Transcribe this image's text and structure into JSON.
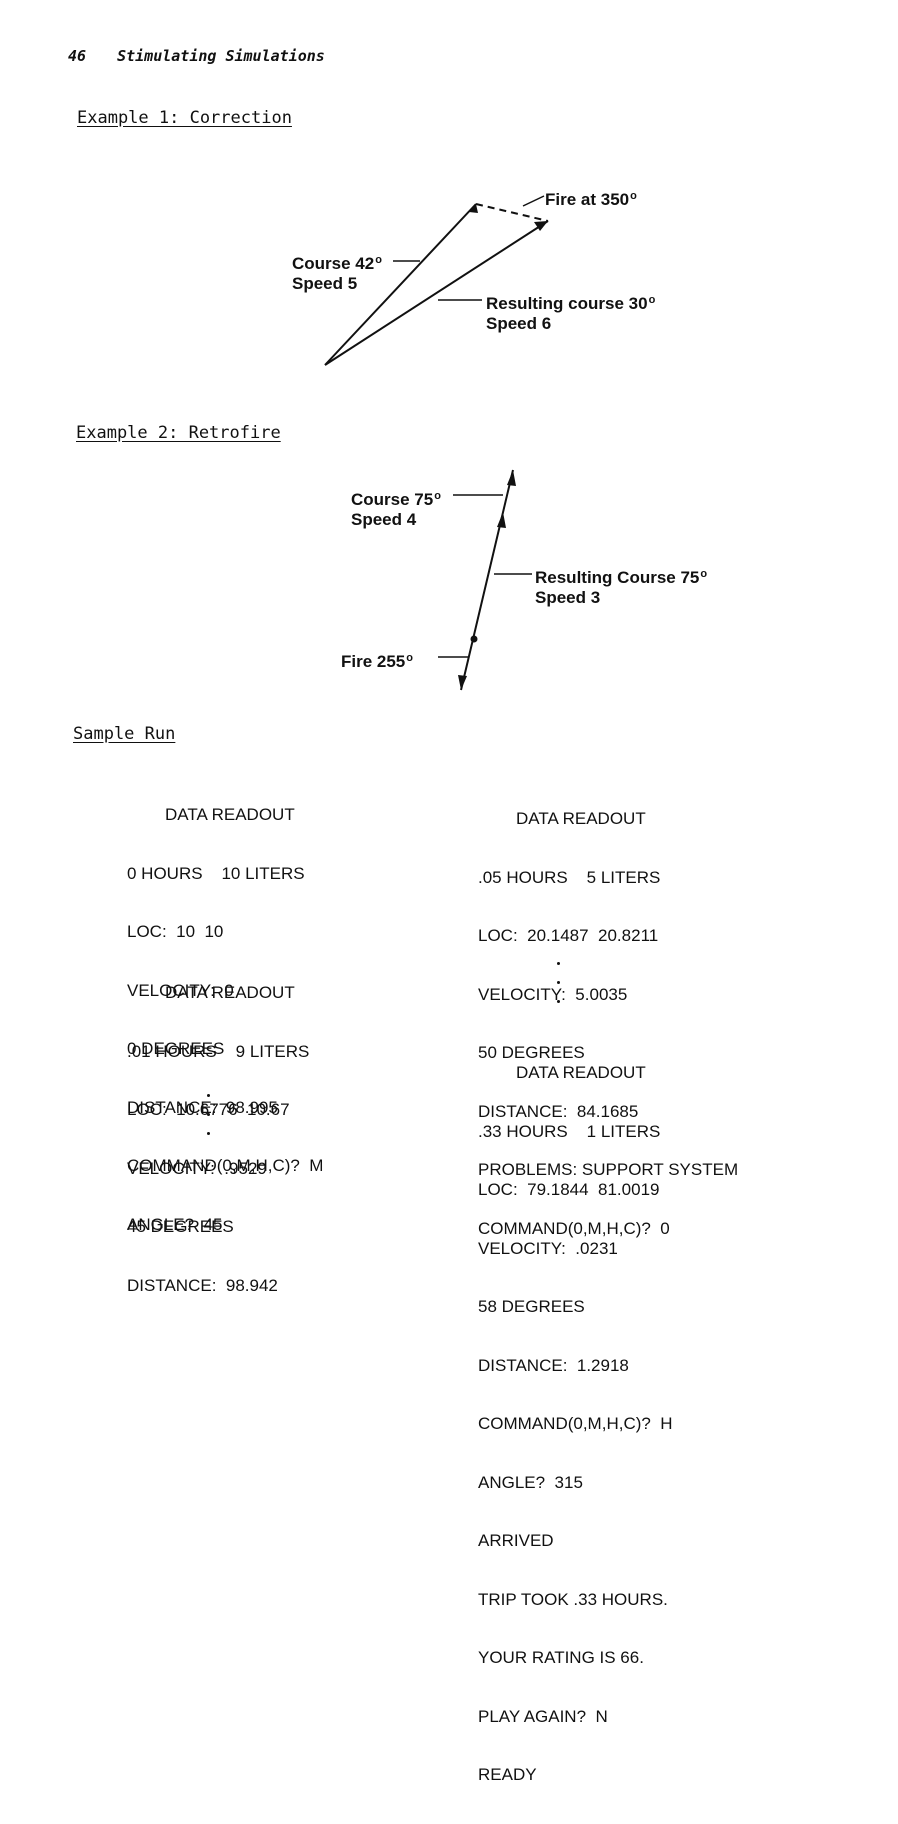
{
  "header": {
    "page_number": "46",
    "running_title": "Stimulating Simulations"
  },
  "example1": {
    "heading": "Example 1:  Correction",
    "fire": {
      "text": "Fire at 350",
      "deg": "o"
    },
    "course": {
      "line1": "Course 42",
      "deg": "o",
      "line2": "Speed 5"
    },
    "result": {
      "line1": "Resulting course 30",
      "deg": "o",
      "line2": "Speed 6"
    }
  },
  "example2": {
    "heading": "Example 2:  Retrofire",
    "course": {
      "line1": "Course 75",
      "deg": "o",
      "line2": "Speed 4"
    },
    "result": {
      "line1": "Resulting Course 75",
      "deg": "o",
      "line2": "Speed 3"
    },
    "fire": {
      "text": "Fire 255",
      "deg": "o"
    }
  },
  "sample_run": {
    "heading": "Sample Run",
    "left_block_1": {
      "title": "DATA READOUT",
      "lines": [
        "0 HOURS    10 LITERS",
        "LOC:  10  10",
        "VELOCITY:  0",
        "0 DEGREES",
        "DISTANCE:  98.995",
        "COMMAND(0,M,H,C)?  M",
        "ANGLE?  45"
      ]
    },
    "left_block_2": {
      "title": "DATA READOUT",
      "lines": [
        ".01 HOURS    9 LITERS",
        "LOC:  10.6776  10.67",
        "VELOCITY:  .9529",
        "45 DEGREES",
        "DISTANCE:  98.942"
      ]
    },
    "right_block_1": {
      "title": "DATA READOUT",
      "lines": [
        ".05 HOURS    5 LITERS",
        "LOC:  20.1487  20.8211",
        "VELOCITY:  5.0035",
        "50 DEGREES",
        "DISTANCE:  84.1685",
        "PROBLEMS: SUPPORT SYSTEM",
        "COMMAND(0,M,H,C)?  0"
      ]
    },
    "right_block_2": {
      "title": "DATA READOUT",
      "lines": [
        ".33 HOURS    1 LITERS",
        "LOC:  79.1844  81.0019",
        "VELOCITY:  .0231",
        "58 DEGREES",
        "DISTANCE:  1.2918",
        "COMMAND(0,M,H,C)?  H",
        "ANGLE?  315",
        "ARRIVED",
        "TRIP TOOK .33 HOURS.",
        "YOUR RATING IS 66.",
        "PLAY AGAIN?  N",
        "READY"
      ]
    }
  }
}
